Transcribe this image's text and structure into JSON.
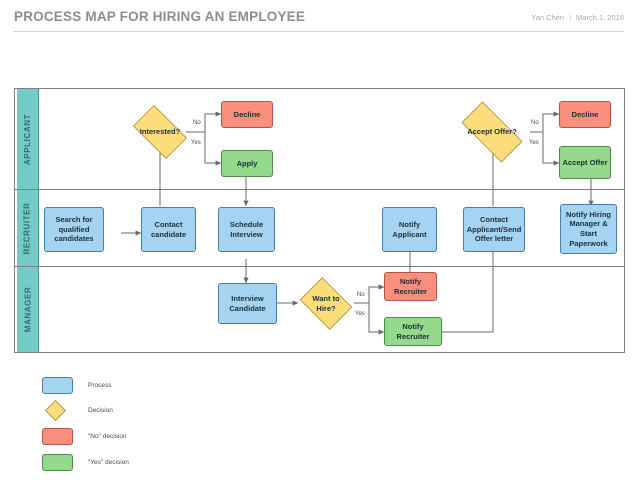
{
  "header": {
    "title": "PROCESS MAP FOR HIRING AN EMPLOYEE",
    "author": "Yan Chen",
    "separator": "|",
    "date": "March 1, 2016"
  },
  "lanes": [
    {
      "label": "APPLICANT"
    },
    {
      "label": "RECRUITER"
    },
    {
      "label": "MANAGER"
    }
  ],
  "nodes": {
    "interested": "Interested?",
    "decline_applicant": "Decline",
    "apply": "Apply",
    "accept_offer_q": "Accept Offer?",
    "decline_offer": "Decline",
    "accept_offer": "Accept Offer",
    "search_candidates": "Search for qualified candidates",
    "contact_candidate": "Contact candidate",
    "schedule_interview": "Schedule Interview",
    "notify_applicant": "Notify Applicant",
    "contact_send_offer": "Contact Applicant/Send Offer letter",
    "notify_hiring_manager": "Notify Hiring Manager & Start Paperwork",
    "interview_candidate": "Interview Candidate",
    "want_to_hire": "Want to Hire?",
    "notify_recruiter_no": "Notify Recruiter",
    "notify_recruiter_yes": "Notify Recruiter"
  },
  "edge_labels": {
    "interested_no": "No",
    "interested_yes": "Yes",
    "accept_no": "No",
    "accept_yes": "Yes",
    "hire_no": "No",
    "hire_yes": "Yes"
  },
  "legend": [
    {
      "shape": "rectangle",
      "label": "Process",
      "color": "#a5d4f2"
    },
    {
      "shape": "diamond",
      "label": "Decision",
      "color": "#fbdd7c"
    },
    {
      "shape": "rectangle",
      "label": "\"No\" decision",
      "color": "#f98e7d"
    },
    {
      "shape": "rectangle",
      "label": "\"Yes\" decision",
      "color": "#95da8c"
    }
  ],
  "colors": {
    "process": "#a5d4f2",
    "decision": "#fbdd7c",
    "no": "#f98e7d",
    "yes": "#95da8c",
    "lane_header": "#72cbc4",
    "title": "#8e8e8e"
  }
}
